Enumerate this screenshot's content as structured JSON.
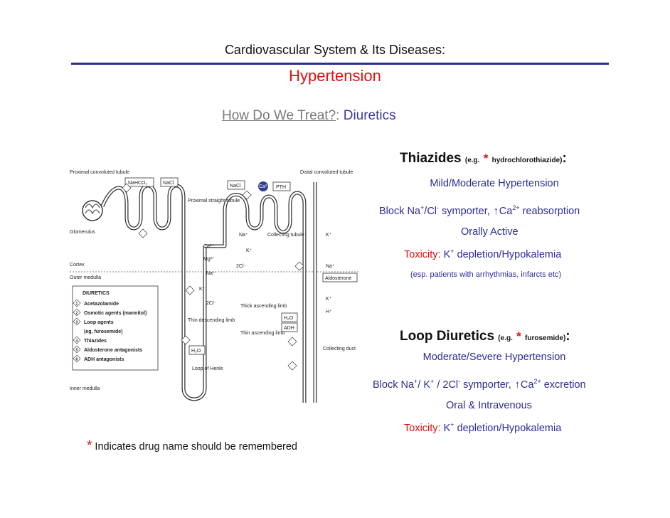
{
  "header": {
    "title": "Cardiovascular System & Its Diseases:",
    "subtitle": "Hypertension",
    "treat_question": "How Do We Treat?",
    "treat_colon": ":",
    "treat_answer": "Diuretics"
  },
  "diagram": {
    "labels": {
      "proximal_convoluted": "Proximal convoluted tubule",
      "nahco3": "NaHCO₃",
      "nacl1": "NaCl",
      "nacl2": "NaCl",
      "ca": "Ca²⁺",
      "pth": "PTH",
      "distal_convoluted": "Distal convoluted tubule",
      "proximal_straight": "Proximal straight tubule",
      "glomerulus": "Glomerulus",
      "collecting_tubule": "Collecting tubule",
      "cortex": "Cortex",
      "outer_medulla": "Outer medulla",
      "inner_medulla": "Inner medulla",
      "thin_descending": "Thin descending limb",
      "thick_ascending": "Thick ascending limb",
      "thin_ascending": "Thin ascending limb",
      "loop_of_henle": "Loop of Henle",
      "collecting_duct": "Collecting duct",
      "h2o1": "H₂O",
      "h2o2": "H₂O",
      "adh": "ADH",
      "aldosterone": "Aldosterone",
      "na1": "Na⁺",
      "na2": "Na⁺",
      "na3": "Na⁺",
      "k1": "K⁺",
      "k2": "K⁺",
      "k3": "K⁺",
      "k4": "K⁺",
      "h": "H⁺",
      "cl1": "2Cl⁻",
      "cl2": "2Cl⁻",
      "mg": "Mg²⁺",
      "ca2": "Ca²⁺"
    },
    "legend_title": "DIURETICS",
    "legend_items": [
      {
        "num": "1",
        "text": "Acetazolamide"
      },
      {
        "num": "2",
        "text": "Osmotic agents (mannitol)"
      },
      {
        "num": "3",
        "text": "Loop agents"
      },
      {
        "num": "",
        "text": "(eg, furosemide)"
      },
      {
        "num": "4",
        "text": "Thiazides"
      },
      {
        "num": "5",
        "text": "Aldosterone antagonists"
      },
      {
        "num": "6",
        "text": "ADH antagonists"
      }
    ]
  },
  "thiazides": {
    "name": "Thiazides",
    "eg_open": "(e.g.",
    "star": "*",
    "eg_drug": "hydrochlorothiazide)",
    "colon": ":",
    "indication": "Mild/Moderate Hypertension",
    "mech_a": "Block Na",
    "mech_b": "/Cl",
    "mech_c": " symporter, ",
    "mech_d": "Ca",
    "mech_e": " reabsorption",
    "route": "Orally Active",
    "tox_label": "Toxicity:",
    "tox_text": " K",
    "tox_text2": " depletion/Hypokalemia",
    "note": "(esp. patients with arrhythmias, infarcts etc)"
  },
  "loop": {
    "name": "Loop Diuretics",
    "eg_open": "(e.g.",
    "star": "*",
    "eg_drug": "furosemide)",
    "colon": ":",
    "indication": "Moderate/Severe Hypertension",
    "mech_a": "Block Na",
    "mech_b": "/ K",
    "mech_c": " / 2Cl",
    "mech_d": " symporter, ",
    "mech_e": "Ca",
    "mech_f": " excretion",
    "route": "Oral & Intravenous",
    "tox_label": "Toxicity:",
    "tox_text": " K",
    "tox_text2": " depletion/Hypokalemia"
  },
  "footer": {
    "star": "*",
    "text": " Indicates drug name should be remembered"
  },
  "sup": {
    "plus": "+",
    "minus": "-",
    "two_plus": "2+"
  },
  "arrow": "↑",
  "colors": {
    "rule": "#2a2f88",
    "accent_red": "#e01010",
    "accent_blue": "#2c2c9a"
  }
}
